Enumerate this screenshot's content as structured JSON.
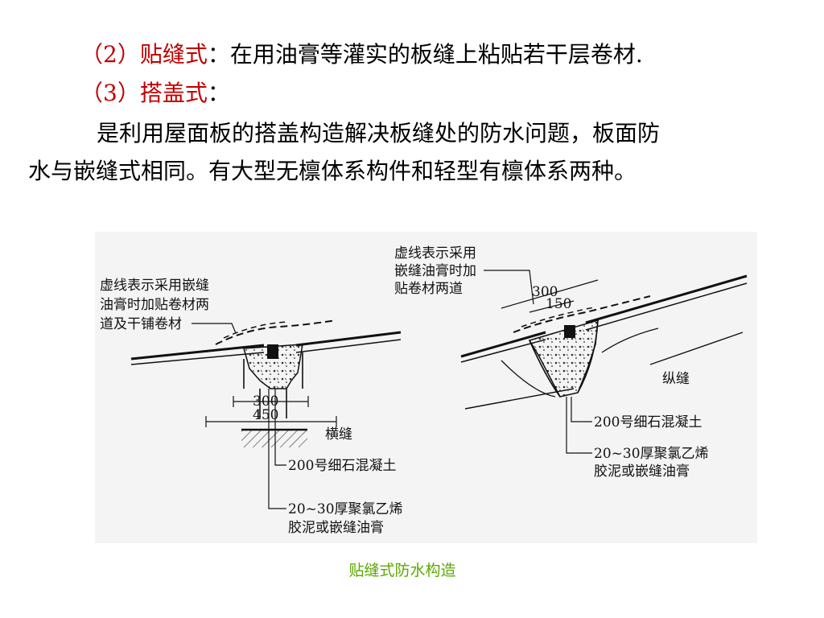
{
  "paragraphs": {
    "line1_head": "（2）贴缝式",
    "line1_rest": "：在用油膏等灌实的板缝上粘贴若干层卷材.",
    "line2_head": "（3）搭盖式",
    "line2_rest": "：",
    "line3": "是利用屋面板的搭盖构造解决板缝处的防水问题，板面防",
    "line4": "水与嵌缝式相同。有大型无檩体系构件和轻型有檩体系两种。"
  },
  "figure": {
    "left": {
      "note_line1": "虚线表示采用嵌缝",
      "note_line2": "油膏时加贴卷材两",
      "note_line3": "道及干铺卷材",
      "dim_inner": "300",
      "dim_outer": "450",
      "joint_label": "横缝",
      "concrete_label": "200号细石混凝土",
      "sealant_line1": "20~30厚聚氯乙烯",
      "sealant_line2": "胶泥或嵌缝油膏"
    },
    "right": {
      "note_line1": "虚线表示采用",
      "note_line2": "嵌缝油膏时加",
      "note_line3": "贴卷材两道",
      "dim_outer": "300",
      "dim_inner": "150",
      "joint_label": "纵缝",
      "concrete_label": "200号细石混凝土",
      "sealant_line1": "20~30厚聚氯乙烯",
      "sealant_line2": "胶泥或嵌缝油膏"
    }
  },
  "caption": "贴缝式防水构造",
  "colors": {
    "heading": "#c00000",
    "caption": "#5aa800",
    "figure_bg": "#f4f4f4"
  }
}
